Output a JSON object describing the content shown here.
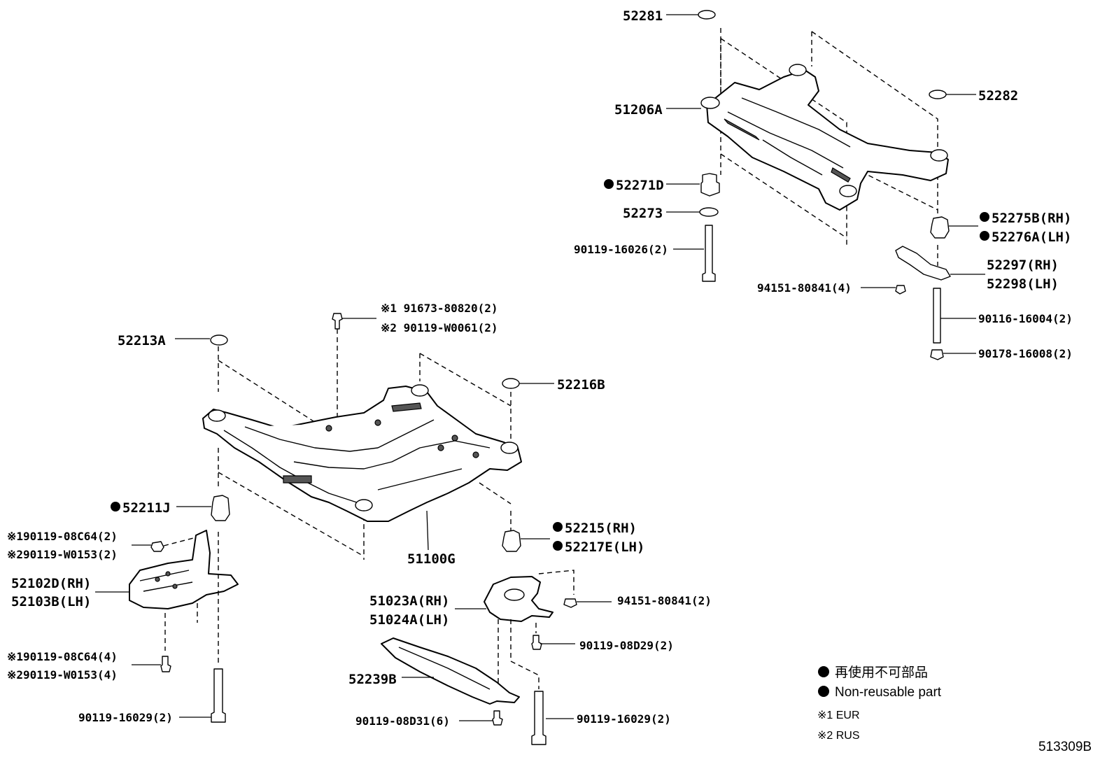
{
  "labels": {
    "p52281": "52281",
    "p52282": "52282",
    "p51206a": "51206A",
    "p52271d": "52271D",
    "p52273": "52273",
    "p90119_16026": "90119-16026(2)",
    "p52275b": "52275B(RH)",
    "p52276a": "52276A(LH)",
    "p52297": "52297(RH)",
    "p52298": "52298(LH)",
    "p94151_80841_4": "94151-80841(4)",
    "p90116_16004": "90116-16004(2)",
    "p90178_16008": "90178-16008(2)",
    "p91673_80820": "※1 91673-80820(2)",
    "p90119_w0061": "※2 90119-W0061(2)",
    "p52213a": "52213A",
    "p52216b": "52216B",
    "p52211j": "52211J",
    "p52215": "52215(RH)",
    "p52217e": "52217E(LH)",
    "p51100g": "51100G",
    "p90119_08c64_2": "※190119-08C64(2)",
    "p90119_w0153_2": "※290119-W0153(2)",
    "p52102d": "52102D(RH)",
    "p52103b": "52103B(LH)",
    "p51023a": "51023A(RH)",
    "p51024a": "51024A(LH)",
    "p94151_80841_2": "94151-80841(2)",
    "p90119_08d29": "90119-08D29(2)",
    "p90119_08c64_4": "※190119-08C64(4)",
    "p90119_w0153_4": "※290119-W0153(4)",
    "p52239b": "52239B",
    "p90119_16029_l": "90119-16029(2)",
    "p90119_08d31": "90119-08D31(6)",
    "p90119_16029_r": "90119-16029(2)"
  },
  "legend": {
    "nonreusable_jp": "再使用不可部品",
    "nonreusable_en": "Non-reusable part",
    "ref1": "※1 EUR",
    "ref2": "※2 RUS",
    "diagram_id": "513309B"
  },
  "colors": {
    "ink": "#000000",
    "background": "#ffffff"
  }
}
